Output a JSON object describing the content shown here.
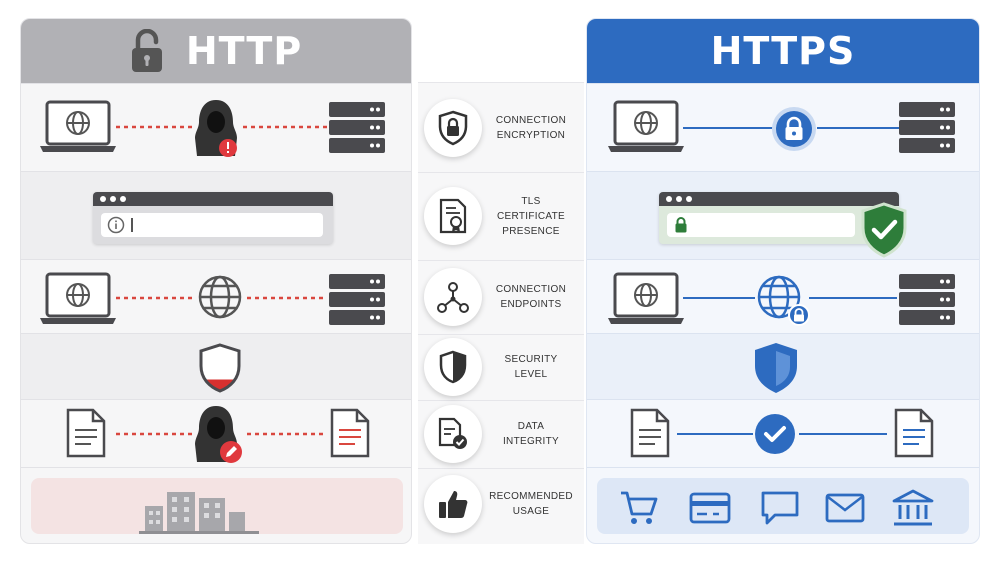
{
  "http": {
    "title": "HTTP",
    "colors": {
      "header": "#b1b1b5",
      "danger": "#e0393e",
      "dash": "#d9473f"
    }
  },
  "https": {
    "title": "HTTPS",
    "colors": {
      "header": "#2d6bc0",
      "line": "#2d6bc0",
      "success": "#2e7d3a"
    }
  },
  "criteria": [
    {
      "label": "CONNECTION\nENCRYPTION",
      "icon": "shield-lock-icon"
    },
    {
      "label": "TLS CERTIFICATE\nPRESENCE",
      "icon": "certificate-icon"
    },
    {
      "label": "CONNECTION\nENDPOINTS",
      "icon": "nodes-icon"
    },
    {
      "label": "SECURITY\nLEVEL",
      "icon": "half-shield-icon"
    },
    {
      "label": "DATA\nINTEGRITY",
      "icon": "document-check-icon"
    },
    {
      "label": "RECOMMENDED\nUSAGE",
      "icon": "thumbs-up-icon"
    }
  ],
  "http_security_level": 0.25,
  "https_usage_icons": [
    "cart-icon",
    "credit-card-icon",
    "chat-icon",
    "mail-icon",
    "bank-icon"
  ],
  "http_usage_icons": [
    "office-buildings-icon"
  ]
}
